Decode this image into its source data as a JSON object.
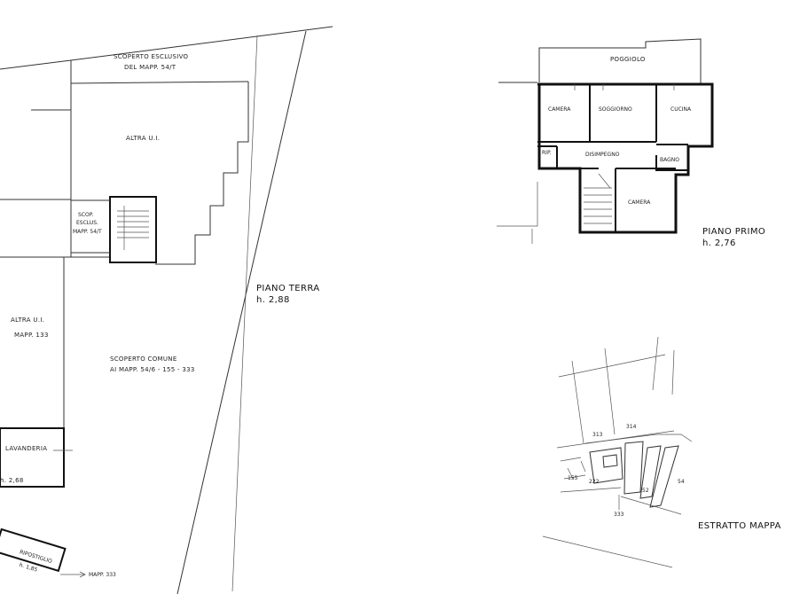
{
  "ground_floor": {
    "title": "PIANO TERRA",
    "height": "h. 2,88",
    "labels": {
      "scoperto_esclusivo_1": "SCOPERTO ESCLUSIVO",
      "scoperto_esclusivo_2": "DEL MAPP. 54/T",
      "altra_ui_top": "ALTRA U.I.",
      "scop_escl_1": "SCOP.",
      "scop_escl_2": "ESCLUS.",
      "scop_escl_3": "MAPP. 54/T",
      "altra_ui_left_1": "ALTRA U.I.",
      "altra_ui_left_2": "MAPP. 133",
      "scoperto_comune_1": "SCOPERTO COMUNE",
      "scoperto_comune_2": "AI MAPP. 54/6 - 155 - 333",
      "lavanderia": "LAVANDERIA",
      "lavanderia_h": "h. 2,68",
      "ripostiglio_1": "RIPOSTIGLIO",
      "ripostiglio_2": "h. 1,85",
      "mapp_333": "MAPP. 333"
    }
  },
  "first_floor": {
    "title": "PIANO PRIMO",
    "height": "h. 2,76",
    "rooms": {
      "poggiolo": "POGGIOLO",
      "camera_1": "CAMERA",
      "soggiorno": "SOGGIORNO",
      "cucina": "CUCINA",
      "rip": "RIP.",
      "disimpegno": "DISIMPEGNO",
      "bagno": "BAGNO",
      "camera_2": "CAMERA"
    }
  },
  "map_extract": {
    "title": "ESTRATTO MAPPA",
    "parcels": [
      "313",
      "314",
      "333",
      "155",
      "52",
      "54",
      "222"
    ]
  }
}
